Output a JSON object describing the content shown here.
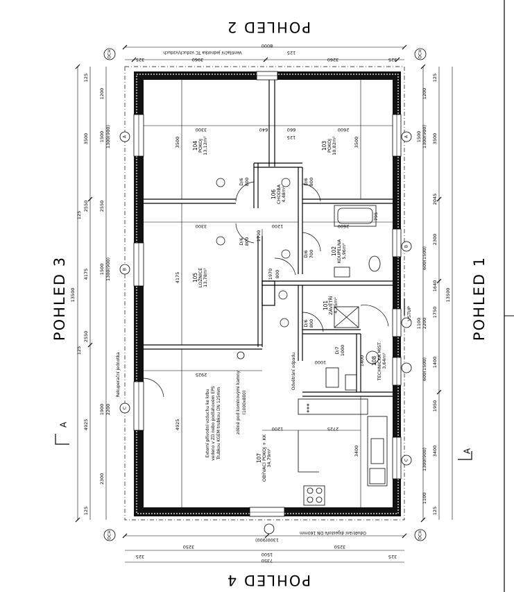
{
  "views": {
    "top": "POHLED 2",
    "bottom": "POHLED 4",
    "left": "POHLED 3",
    "right": "POHLED 1"
  },
  "grid_labels": {
    "och": "OCH",
    "axis_a": "A",
    "axis_b": "B",
    "axis_c": "C",
    "section": "A",
    "entry": "VSTUP"
  },
  "dimensions": {
    "top_overall": "8000",
    "top_left_end": "325",
    "top_right_end": "325",
    "top_seg_1": "3960",
    "top_seg_2": "3260",
    "top_small": "125",
    "bottom_overall": "7350",
    "bottom_seg_1": "3250",
    "bottom_seg_2": "3250",
    "bottom_door": "1500",
    "bottom_door_alt": "1300(900)",
    "bottom_left_end": "325",
    "bottom_right_end": "325",
    "left_overall": "13500",
    "left_seg_1": "3500",
    "left_seg_2": "2550",
    "left_seg_3": "4175",
    "left_seg_4": "4925",
    "left_w1": "1200",
    "left_w2": "1500",
    "left_w2_alt": "1300(900)",
    "left_w3": "1500",
    "left_w3_alt": "1300(900)",
    "left_w4": "2550",
    "left_w5": "1900",
    "left_w5_alt": "2200",
    "left_w6": "2300",
    "left_end_top": "125",
    "left_end_bottom": "125",
    "right_overall": "13500",
    "right_seg_1": "3500",
    "right_seg_2": "2045",
    "right_seg_3": "2300",
    "right_seg_4": "1640",
    "right_seg_5": "1750",
    "right_seg_6": "1400",
    "right_seg_7": "1950",
    "right_seg_8": "3400",
    "right_w1": "1200",
    "right_w2": "1500",
    "right_w2_alt": "1300(900)",
    "right_w3": "600(1500)",
    "right_w4": "1100",
    "right_w4_alt": "2200",
    "right_w5": "600(1500)",
    "right_w6": "1300(900)",
    "right_w7": "1100",
    "right_end_top": "125",
    "right_end_bottom": "125",
    "room104_w": "3300",
    "room103_w": "2600",
    "room_gap_a": "640",
    "room_gap_b": "660",
    "room_gap_c": "125",
    "room105_w": "3300",
    "corridor_w": "1200",
    "corridor_h": "1790",
    "bath_w": "2600",
    "r104_h": "3500",
    "r103_h": "3500",
    "r105_h": "4175",
    "r107_w": "4925",
    "r107_kitchen": "2725",
    "r107_h": "3400",
    "r107_h2": "2925",
    "r101_w": "1200",
    "r101_h": "1000",
    "small_1": "125",
    "small_2": "795",
    "small_3": "1400",
    "small_4": "1970",
    "small_5": "800"
  },
  "rooms": [
    {
      "num": "104",
      "name": "POKOJ",
      "area": "13,12m²"
    },
    {
      "num": "103",
      "name": "POKOJ",
      "area": "10,82m²"
    },
    {
      "num": "106",
      "name": "CHODBA",
      "area": "4,48m²"
    },
    {
      "num": "105",
      "name": "LOŽNICE",
      "area": "13,78m²"
    },
    {
      "num": "102",
      "name": "KOUPELNA",
      "area": "5,96m²"
    },
    {
      "num": "101",
      "name": "ZÁVĚTŘÍ",
      "area": "4,75m²"
    },
    {
      "num": "108",
      "name": "TECHNICKÁ MÍST.",
      "area": "3,64m²"
    },
    {
      "num": "107",
      "name": "OBÝVACÍ POKOJ + KK",
      "area": "34,79m²"
    }
  ],
  "doors": {
    "d1": "D/6",
    "d1_size": "800",
    "d2": "D/6",
    "d2_size": "800",
    "d3": "D/6",
    "d3_size": "800",
    "d4": "D/6",
    "d4_size": "700",
    "d5": "D/6",
    "d5_size": "800",
    "d6": "D/7",
    "d6_size": "1000"
  },
  "notes": {
    "vent_top": "Ventilační jednotka TC vzduch/vzduch",
    "vent_bottom": "Odvětrání digestoře DN 160mm",
    "recup": "Rekuperační jednotka",
    "odv": "Odvětrání odpadu",
    "ext1": "Externí přívodní vzduchu ke krbu",
    "ext2": "vedeno v ZD nebo podlahovém EPS",
    "ext3": "Trubkou KGEM trubkou DN 125mm",
    "chim1": "zděné pod komínovými kamny",
    "chim2": "(1000x800)",
    "stove": "***"
  }
}
